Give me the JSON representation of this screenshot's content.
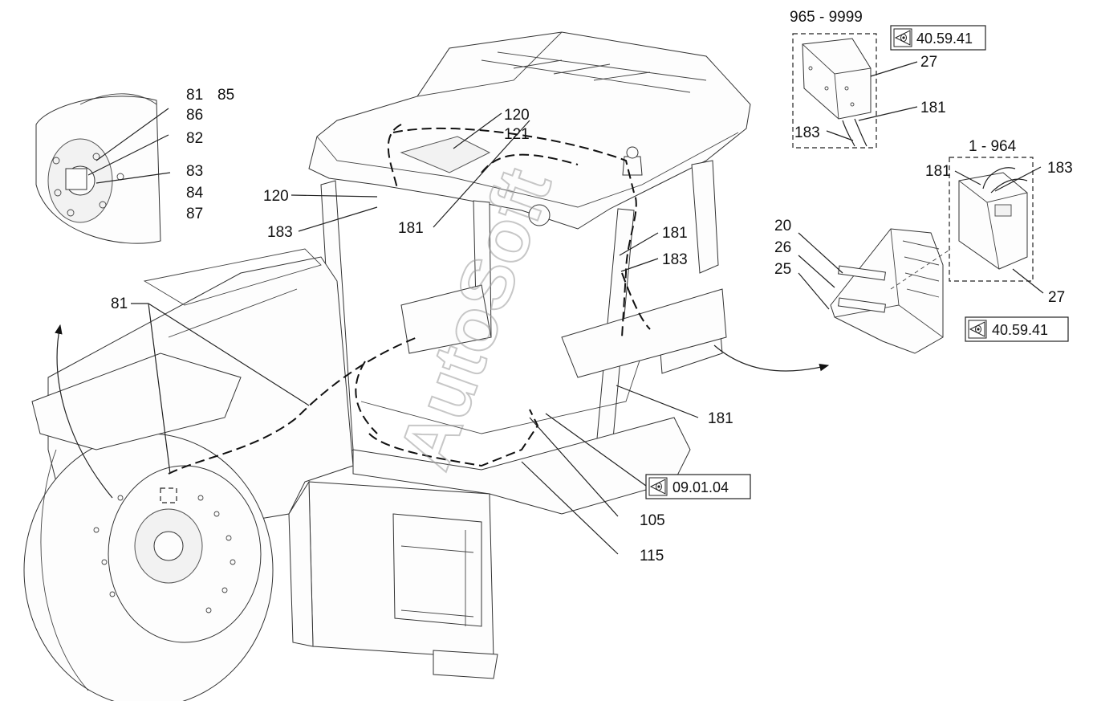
{
  "watermark": "AutoSoft",
  "callouts": {
    "c81_top": "81",
    "c85": "85",
    "c86": "86",
    "c82": "82",
    "c83": "83",
    "c84": "84",
    "c87": "87",
    "c120_top": "120",
    "c121": "121",
    "c120_left": "120",
    "c183_left": "183",
    "c181_center": "181",
    "c181_right_a": "181",
    "c183_right_a": "183",
    "c81_mid": "81",
    "c181_right_b": "181",
    "c105": "105",
    "c115": "115",
    "c27_top": "27",
    "c181_top": "181",
    "c183_top": "183",
    "c181_inset": "181",
    "c183_inset": "183",
    "c20": "20",
    "c26": "26",
    "c25": "25",
    "c27_bottom": "27"
  },
  "ranges": {
    "top_inset": "965 - 9999",
    "bottom_inset": "1 - 964"
  },
  "references": {
    "ref_top": "40.59.41",
    "ref_right": "40.59.41",
    "ref_center": "09.01.04"
  },
  "icon_names": [
    "eye-reference-icon"
  ]
}
